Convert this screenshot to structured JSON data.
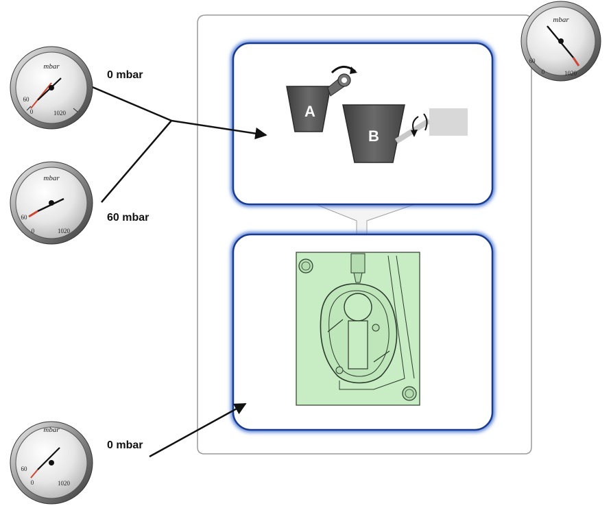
{
  "gauges": [
    {
      "id": "gauge-upper-left",
      "unit": "mbar",
      "scale_min_label": "0",
      "scale_mid_label": "60",
      "scale_max_label": "1020",
      "callout": "0 mbar"
    },
    {
      "id": "gauge-middle-left",
      "unit": "mbar",
      "scale_min_label": "0",
      "scale_mid_label": "60",
      "scale_max_label": "1020",
      "callout": "60 mbar"
    },
    {
      "id": "gauge-lower-left",
      "unit": "mbar",
      "scale_min_label": "0",
      "scale_mid_label": "60",
      "scale_max_label": "1020",
      "callout": "0 mbar"
    },
    {
      "id": "gauge-top-right",
      "unit": "mbar",
      "scale_min_label": "0",
      "scale_mid_label": "60",
      "scale_max_label": "1020",
      "callout": ""
    }
  ],
  "dosing": {
    "cup_a_label": "A",
    "cup_b_label": "B"
  },
  "colors": {
    "panel_border": "#1a3a8c",
    "cup_fill": "#5a5a5a",
    "mold_fill": "#c8ecc4",
    "frame_border": "#9a9a9a"
  }
}
